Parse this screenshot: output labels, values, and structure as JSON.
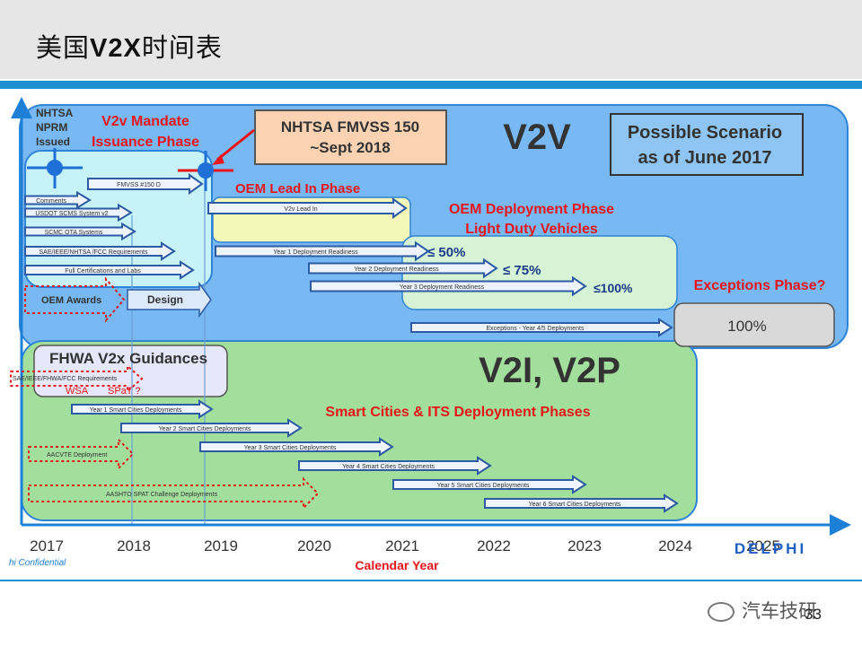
{
  "header": {
    "title_prefix": "美国",
    "title_bold": "V2X",
    "title_suffix": "时间表"
  },
  "diagram": {
    "v2v_label": "V2V",
    "v2i_label": "V2I, V2P",
    "nhtsa_npprm": [
      "NHTSA",
      "NPRM",
      "Issued"
    ],
    "mandate_phase": [
      "V2v Mandate",
      "Issuance Phase"
    ],
    "fmvss_box": [
      "NHTSA FMVSS 150",
      "~Sept 2018"
    ],
    "scenario_box": [
      "Possible Scenario",
      "as of June 2017"
    ],
    "oem_lead_in": "OEM Lead In Phase",
    "oem_deploy": [
      "OEM Deployment Phase",
      "Light Duty Vehicles"
    ],
    "exceptions_phase": "Exceptions Phase?",
    "exceptions_value": "100%",
    "pct_50": "≤ 50%",
    "pct_75": "≤ 75%",
    "pct_100": "≤100%",
    "fhwa_guidance": "FHWA V2x Guidances",
    "smart_cities": "Smart Cities & ITS Deployment Phases",
    "wsa": "WSA",
    "spat": "SPaT ?",
    "oem_awards": "OEM Awards",
    "design": "Design",
    "arrows": {
      "fmvss150d": "FMVSS #150 D",
      "comments": "Comments",
      "usdot_scms": "USDOT SCMS System v2",
      "scmc_ota": "SCMC OTA Systems",
      "sae_reqs": "SAE/IEEE/NHTSA /FCC Requirements",
      "full_cert": "Full Certifications and Labs",
      "v2v_lead_in": "V2v Lead In",
      "year1_ready": "Year 1 Deployment  Readiness",
      "year2_ready": "Year 2 Deployment Readiness",
      "year3_ready": "Year 3 Deployment Readiness",
      "exceptions_deploy": "Exceptions  - Year 4/5 Deployments",
      "sae_fhwa": "SAE/IEEE/FHWA/FCC Requirements",
      "sc_year1": "Year 1 Smart Cities Deployments",
      "sc_year2": "Year 2 Smart Cities Deployments",
      "sc_year3": "Year 3 Smart Cities Deployments",
      "sc_year4": "Year 4 Smart Cities Deployments",
      "sc_year5": "Year 5 Smart Cities Deployments",
      "sc_year6": "Year 6 Smart Cities Deployments",
      "aacvte": "AACVTE Deployment",
      "aashto": "AASHTO SPAT Challenge Deployments"
    },
    "years": [
      "2017",
      "2018",
      "2019",
      "2020",
      "2021",
      "2022",
      "2023",
      "2024",
      "2025"
    ],
    "axis_label": "Calendar Year",
    "confidential": "hi Confidential",
    "logo": "DELPHI"
  },
  "footer": {
    "watermark": "汽车技研",
    "page_number": "33"
  },
  "colors": {
    "accent_blue": "#1b8fd0",
    "v2v_region": "#78b9f3",
    "v2i_region": "#a2de9c",
    "phase_red": "#e8141a",
    "arrow_blue": "#2c5aa3"
  }
}
